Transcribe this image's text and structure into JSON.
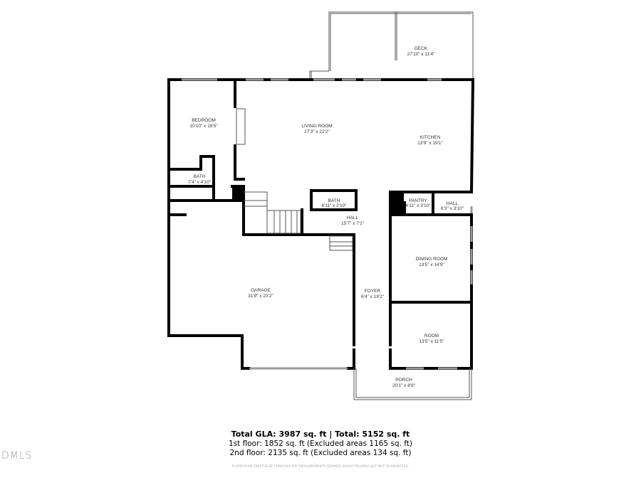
{
  "rooms": {
    "deck": {
      "name": "DECK",
      "size": "27'10\" x 11'4\""
    },
    "bedroom": {
      "name": "BEDROOM",
      "size": "10'10\" x 18'5\""
    },
    "living_room": {
      "name": "LIVING ROOM",
      "size": "27'3\" x 22'2\""
    },
    "kitchen": {
      "name": "KITCHEN",
      "size": "13'9\" x 19'1\""
    },
    "bath1": {
      "name": "BATH",
      "size": "7'4\" x 4'10\""
    },
    "bath2": {
      "name": "BATH",
      "size": "6'11\" x 2'10\""
    },
    "pantry": {
      "name": "PANTRY",
      "size": "4'11\" x 3'10\""
    },
    "hall_small": {
      "name": "HALL",
      "size": "6'3\" x 3'10\""
    },
    "hall": {
      "name": "HALL",
      "size": "15'7\" x 7'1\""
    },
    "garage": {
      "name": "GARAGE",
      "size": "31'9\" x 23'2\""
    },
    "dining_room": {
      "name": "DINING ROOM",
      "size": "13'5\" x 14'9\""
    },
    "foyer": {
      "name": "FOYER",
      "size": "6'4\" x 19'2\""
    },
    "room": {
      "name": "ROOM",
      "size": "13'5\" x 11'5\""
    },
    "porch": {
      "name": "PORCH",
      "size": "20'1\" x 8'8\""
    }
  },
  "summary": {
    "total": "Total GLA: 3987 sq. ft | Total: 5152 sq. ft",
    "floor1": "1st floor: 1852 sq. ft (Excluded areas 1165 sq. ft)",
    "floor2": "2nd floor: 2135 sq. ft (Excluded areas 134 sq. ft)",
    "disclaimer": "FLOOR PLAN CREATED BY CUBICASA APP. MEASUREMENTS DEEMED HIGHLY RELIABLE BUT NOT GUARANTEED."
  },
  "logo": "DMLS"
}
